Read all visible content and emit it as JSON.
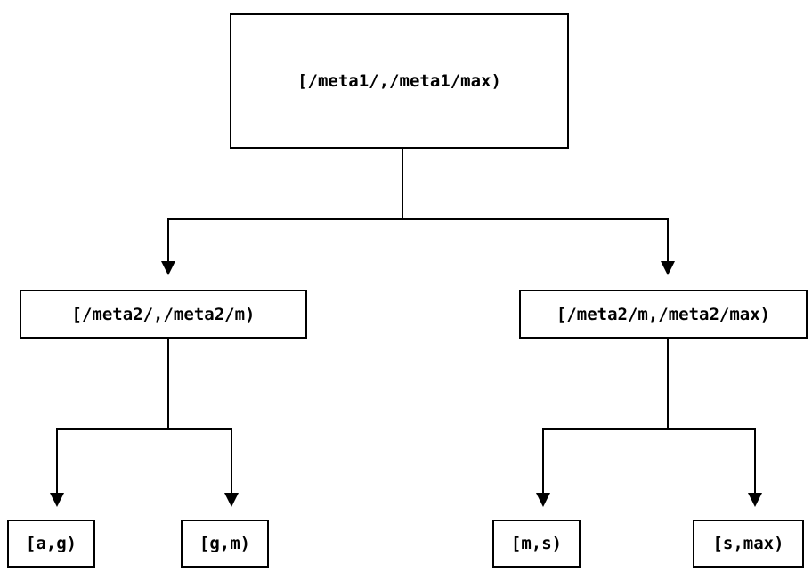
{
  "diagram": {
    "type": "tree",
    "nodes": {
      "root": {
        "label": "[/meta1/,/meta1/max)"
      },
      "left_child": {
        "label": "[/meta2/,/meta2/m)"
      },
      "right_child": {
        "label": "[/meta2/m,/meta2/max)"
      },
      "leaf_a_g": {
        "label": "[a,g)"
      },
      "leaf_g_m": {
        "label": "[g,m)"
      },
      "leaf_m_s": {
        "label": "[m,s)"
      },
      "leaf_s_max": {
        "label": "[s,max)"
      }
    },
    "edges": [
      {
        "from": "root",
        "to": "left_child"
      },
      {
        "from": "root",
        "to": "right_child"
      },
      {
        "from": "left_child",
        "to": "leaf_a_g"
      },
      {
        "from": "left_child",
        "to": "leaf_g_m"
      },
      {
        "from": "right_child",
        "to": "leaf_m_s"
      },
      {
        "from": "right_child",
        "to": "leaf_s_max"
      }
    ],
    "colors": {
      "background": "#ffffff",
      "line": "#000000",
      "box_border": "#000000",
      "text": "#000000"
    }
  }
}
